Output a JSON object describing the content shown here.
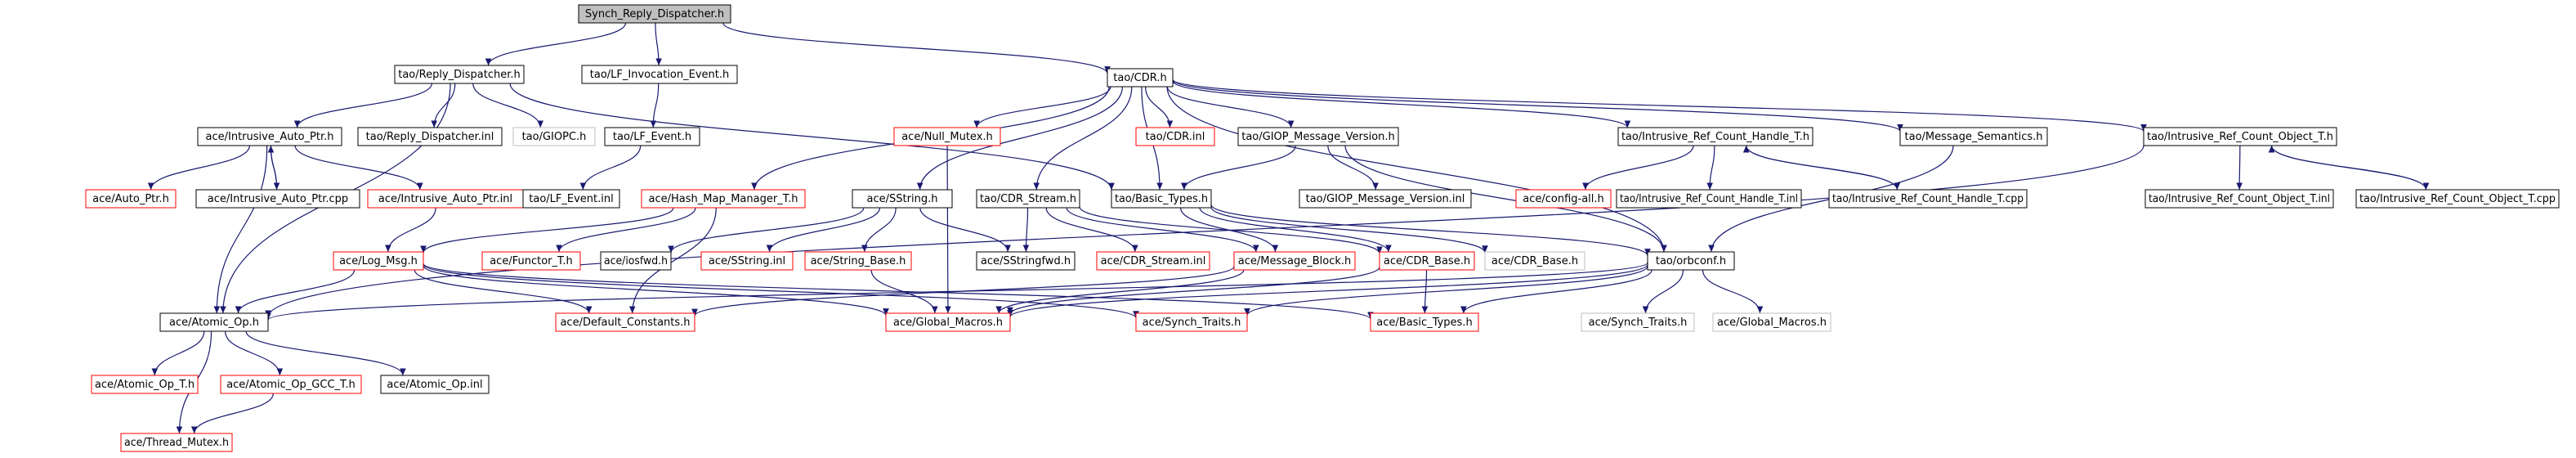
{
  "graph": {
    "title_node": "Synch_Reply_Dispatcher.h",
    "colors": {
      "edge": "#191970",
      "border_black": "#000000",
      "border_red": "#ff0000",
      "border_gray": "#bfbfbf",
      "root_fill": "#bfbfbf",
      "text": "#000000"
    },
    "nodes": [
      {
        "id": "n0",
        "label": "Synch_Reply_Dispatcher.h",
        "style": "root"
      },
      {
        "id": "n1",
        "label": "tao/Reply_Dispatcher.h",
        "style": "black"
      },
      {
        "id": "n2",
        "label": "tao/LF_Invocation_Event.h",
        "style": "black"
      },
      {
        "id": "n3",
        "label": "tao/CDR.h",
        "style": "black"
      },
      {
        "id": "n4",
        "label": "ace/Intrusive_Auto_Ptr.h",
        "style": "black"
      },
      {
        "id": "n5",
        "label": "tao/Reply_Dispatcher.inl",
        "style": "black"
      },
      {
        "id": "n6",
        "label": "tao/GIOPC.h",
        "style": "gray"
      },
      {
        "id": "n7",
        "label": "tao/LF_Event.h",
        "style": "black"
      },
      {
        "id": "n8",
        "label": "ace/Null_Mutex.h",
        "style": "red"
      },
      {
        "id": "n9",
        "label": "tao/CDR.inl",
        "style": "red"
      },
      {
        "id": "n10",
        "label": "tao/GIOP_Message_Version.h",
        "style": "black"
      },
      {
        "id": "n11",
        "label": "tao/Intrusive_Ref_Count_Handle_T.h",
        "style": "black"
      },
      {
        "id": "n12",
        "label": "tao/Message_Semantics.h",
        "style": "black"
      },
      {
        "id": "n13",
        "label": "tao/Intrusive_Ref_Count_Object_T.h",
        "style": "black"
      },
      {
        "id": "n14",
        "label": "ace/Auto_Ptr.h",
        "style": "red"
      },
      {
        "id": "n15",
        "label": "ace/Intrusive_Auto_Ptr.cpp",
        "style": "black"
      },
      {
        "id": "n16",
        "label": "ace/Intrusive_Auto_Ptr.inl",
        "style": "red"
      },
      {
        "id": "n17",
        "label": "tao/LF_Event.inl",
        "style": "black"
      },
      {
        "id": "n18",
        "label": "ace/Hash_Map_Manager_T.h",
        "style": "red"
      },
      {
        "id": "n19",
        "label": "ace/SString.h",
        "style": "black"
      },
      {
        "id": "n20",
        "label": "tao/CDR_Stream.h",
        "style": "black"
      },
      {
        "id": "n21",
        "label": "tao/Basic_Types.h",
        "style": "black"
      },
      {
        "id": "n22",
        "label": "tao/GIOP_Message_Version.inl",
        "style": "black"
      },
      {
        "id": "n23",
        "label": "ace/config-all.h",
        "style": "red"
      },
      {
        "id": "n24",
        "label": "tao/Intrusive_Ref_Count_Handle_T.inl",
        "style": "black"
      },
      {
        "id": "n25",
        "label": "tao/Intrusive_Ref_Count_Handle_T.cpp",
        "style": "black"
      },
      {
        "id": "n26",
        "label": "tao/Intrusive_Ref_Count_Object_T.inl",
        "style": "black"
      },
      {
        "id": "n27",
        "label": "tao/Intrusive_Ref_Count_Object_T.cpp",
        "style": "black"
      },
      {
        "id": "n28",
        "label": "ace/Log_Msg.h",
        "style": "red"
      },
      {
        "id": "n29",
        "label": "ace/Functor_T.h",
        "style": "red"
      },
      {
        "id": "n30",
        "label": "ace/iosfwd.h",
        "style": "black"
      },
      {
        "id": "n31",
        "label": "ace/SString.inl",
        "style": "red"
      },
      {
        "id": "n32",
        "label": "ace/String_Base.h",
        "style": "red"
      },
      {
        "id": "n33",
        "label": "ace/SStringfwd.h",
        "style": "black"
      },
      {
        "id": "n34",
        "label": "ace/CDR_Stream.inl",
        "style": "red"
      },
      {
        "id": "n35",
        "label": "ace/Message_Block.h",
        "style": "red"
      },
      {
        "id": "n36",
        "label": "ace/CDR_Base.h",
        "style": "red"
      },
      {
        "id": "n37",
        "label": "ace/CDR_Base.h",
        "style": "gray"
      },
      {
        "id": "n38",
        "label": "tao/orbconf.h",
        "style": "black"
      },
      {
        "id": "n39",
        "label": "ace/Atomic_Op.h",
        "style": "black"
      },
      {
        "id": "n40",
        "label": "ace/Default_Constants.h",
        "style": "red"
      },
      {
        "id": "n41",
        "label": "ace/Global_Macros.h",
        "style": "red"
      },
      {
        "id": "n42",
        "label": "ace/Synch_Traits.h",
        "style": "red"
      },
      {
        "id": "n43",
        "label": "ace/Basic_Types.h",
        "style": "red"
      },
      {
        "id": "n44",
        "label": "ace/Synch_Traits.h",
        "style": "gray"
      },
      {
        "id": "n45",
        "label": "ace/Global_Macros.h",
        "style": "gray"
      },
      {
        "id": "n46",
        "label": "ace/Atomic_Op_T.h",
        "style": "red"
      },
      {
        "id": "n47",
        "label": "ace/Atomic_Op_GCC_T.h",
        "style": "red"
      },
      {
        "id": "n48",
        "label": "ace/Atomic_Op.inl",
        "style": "black"
      },
      {
        "id": "n49",
        "label": "ace/Thread_Mutex.h",
        "style": "red"
      }
    ],
    "edges": [
      [
        "n0",
        "n1"
      ],
      [
        "n0",
        "n2"
      ],
      [
        "n0",
        "n3"
      ],
      [
        "n1",
        "n4"
      ],
      [
        "n1",
        "n5"
      ],
      [
        "n1",
        "n6"
      ],
      [
        "n1",
        "n21"
      ],
      [
        "n1",
        "n39"
      ],
      [
        "n2",
        "n7"
      ],
      [
        "n7",
        "n17"
      ],
      [
        "n3",
        "n8"
      ],
      [
        "n3",
        "n9"
      ],
      [
        "n3",
        "n10"
      ],
      [
        "n3",
        "n11"
      ],
      [
        "n3",
        "n12"
      ],
      [
        "n3",
        "n13"
      ],
      [
        "n3",
        "n18"
      ],
      [
        "n3",
        "n19"
      ],
      [
        "n3",
        "n20"
      ],
      [
        "n3",
        "n21"
      ],
      [
        "n3",
        "n38"
      ],
      [
        "n4",
        "n14"
      ],
      [
        "n4",
        "n15"
      ],
      [
        "n15",
        "n4"
      ],
      [
        "n4",
        "n16"
      ],
      [
        "n4",
        "n39"
      ],
      [
        "n16",
        "n28"
      ],
      [
        "n8",
        "n41"
      ],
      [
        "n10",
        "n21"
      ],
      [
        "n10",
        "n22"
      ],
      [
        "n10",
        "n38"
      ],
      [
        "n11",
        "n23"
      ],
      [
        "n11",
        "n24"
      ],
      [
        "n11",
        "n25"
      ],
      [
        "n25",
        "n11"
      ],
      [
        "n12",
        "n38"
      ],
      [
        "n13",
        "n26"
      ],
      [
        "n13",
        "n27"
      ],
      [
        "n27",
        "n13"
      ],
      [
        "n13",
        "n39"
      ],
      [
        "n18",
        "n28"
      ],
      [
        "n18",
        "n29"
      ],
      [
        "n18",
        "n40"
      ],
      [
        "n19",
        "n30"
      ],
      [
        "n19",
        "n31"
      ],
      [
        "n19",
        "n32"
      ],
      [
        "n19",
        "n33"
      ],
      [
        "n20",
        "n33"
      ],
      [
        "n20",
        "n34"
      ],
      [
        "n20",
        "n35"
      ],
      [
        "n20",
        "n36"
      ],
      [
        "n21",
        "n35"
      ],
      [
        "n21",
        "n36"
      ],
      [
        "n21",
        "n37"
      ],
      [
        "n21",
        "n38"
      ],
      [
        "n28",
        "n39"
      ],
      [
        "n28",
        "n40"
      ],
      [
        "n28",
        "n41"
      ],
      [
        "n28",
        "n42"
      ],
      [
        "n28",
        "n43"
      ],
      [
        "n32",
        "n41"
      ],
      [
        "n35",
        "n40"
      ],
      [
        "n35",
        "n41"
      ],
      [
        "n36",
        "n43"
      ],
      [
        "n36",
        "n41"
      ],
      [
        "n38",
        "n39"
      ],
      [
        "n38",
        "n41"
      ],
      [
        "n38",
        "n42"
      ],
      [
        "n38",
        "n43"
      ],
      [
        "n38",
        "n44"
      ],
      [
        "n38",
        "n45"
      ],
      [
        "n39",
        "n46"
      ],
      [
        "n39",
        "n47"
      ],
      [
        "n39",
        "n48"
      ],
      [
        "n39",
        "n49"
      ],
      [
        "n47",
        "n49"
      ]
    ]
  }
}
